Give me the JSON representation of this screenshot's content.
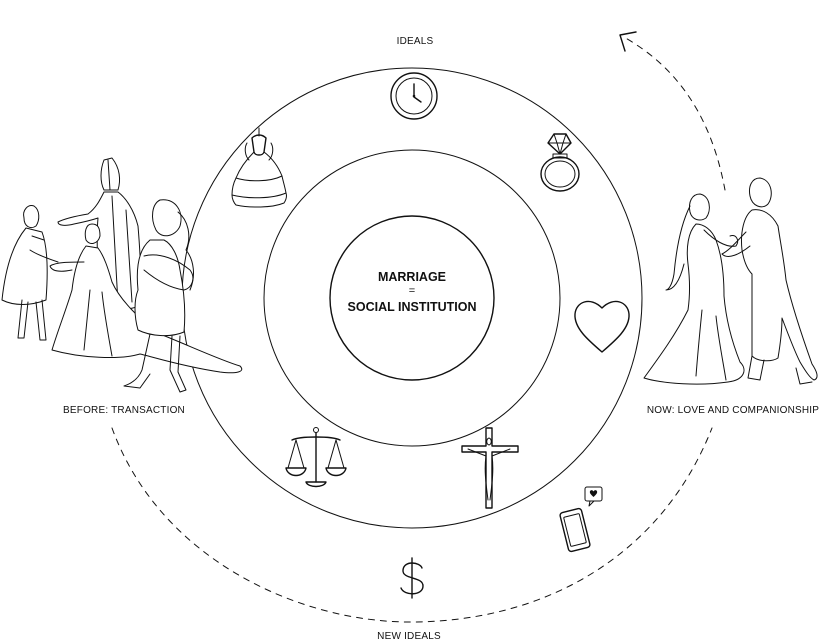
{
  "labels": {
    "ideals": "IDEALS",
    "new_ideals": "NEW IDEALS",
    "before": "BEFORE: TRANSACTION",
    "now": "NOW: LOVE AND COMPANIONSHIP"
  },
  "center": {
    "line1": "MARRIAGE",
    "equals": "=",
    "line2": "SOCIAL INSTITUTION"
  },
  "icons": {
    "ideals": [
      "clock-icon",
      "ring-icon",
      "wedding-dress-icon",
      "heart-icon"
    ],
    "new_ideals": [
      "scales-icon",
      "crucifix-icon",
      "smartphone-icon",
      "dollar-icon"
    ],
    "figures": [
      "historic-wedding-group",
      "modern-dancing-couple"
    ]
  },
  "colors": {
    "line": "#111111",
    "background": "#ffffff"
  }
}
